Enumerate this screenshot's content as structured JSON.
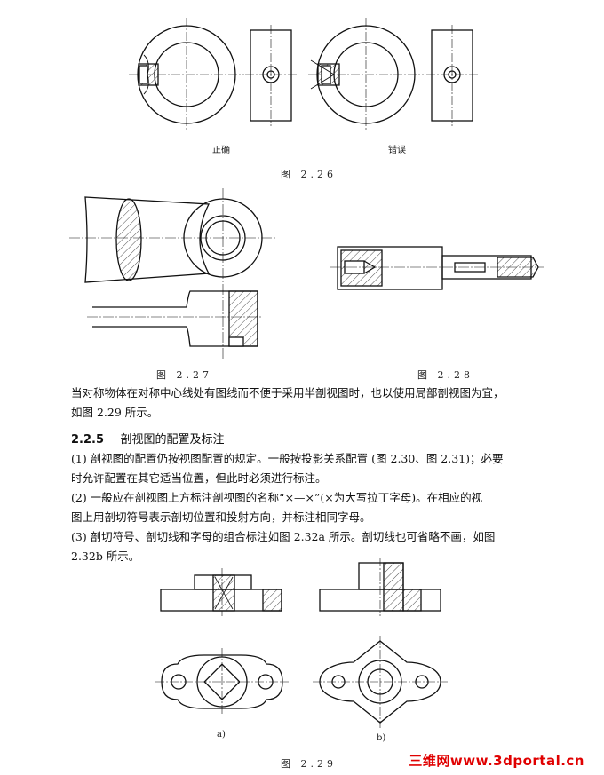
{
  "figures": {
    "fig226": {
      "label_left": "正确",
      "label_right": "错误",
      "caption": "图 2.26"
    },
    "fig227": {
      "caption": "图 2.27"
    },
    "fig228": {
      "caption": "图 2.28"
    },
    "fig229": {
      "label_a": "a)",
      "label_b": "b)",
      "caption": "图 2.29"
    }
  },
  "text": {
    "intro_line1": "当对称物体在对称中心线处有图线而不便于采用半剖视图时，也以使用局部剖视图为宜，",
    "intro_line2": "如图 2.29 所示。",
    "section_number": "2.2.5",
    "section_title": "剖视图的配置及标注",
    "item1_line1": "(1) 剖视图的配置仍按视图配置的规定。一般按投影关系配置 (图 2.30、图 2.31)；必要",
    "item1_line2": "时允许配置在其它适当位置，但此时必须进行标注。",
    "item2_line1": "(2) 一般应在剖视图上方标注剖视图的名称“×—×”(×为大写拉丁字母)。在相应的视",
    "item2_line2": "图上用剖切符号表示剖切位置和投射方向，并标注相同字母。",
    "item3_line1": "(3) 剖切符号、剖切线和字母的组合标注如图 2.32a 所示。剖切线也可省略不画，如图",
    "item3_line2": "2.32b 所示。"
  },
  "watermark": "三维网www.3dportal.cn"
}
